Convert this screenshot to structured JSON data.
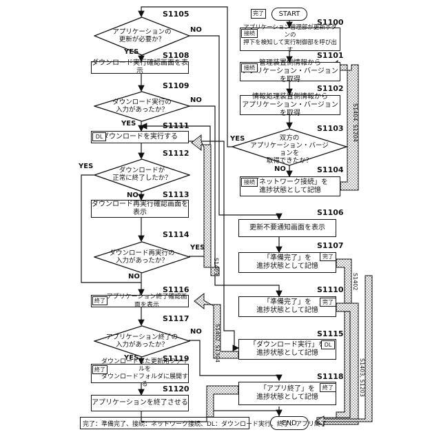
{
  "steps": {
    "s1100": "S1100",
    "s1101": "S1101",
    "s1102": "S1102",
    "s1103": "S1103",
    "s1104": "S1104",
    "s1105": "S1105",
    "s1106": "S1106",
    "s1107": "S1107",
    "s1108": "S1108",
    "s1109": "S1109",
    "s1110": "S1110",
    "s1111": "S1111",
    "s1112": "S1112",
    "s1113": "S1113",
    "s1114": "S1114",
    "s1115": "S1115",
    "s1116": "S1116",
    "s1117": "S1117",
    "s1118": "S1118",
    "s1119": "S1119",
    "s1120": "S1120"
  },
  "terminals": {
    "start": "START",
    "end": "END"
  },
  "tags": {
    "kanryo": "完了",
    "setsuzoku": "接続",
    "dl": "DL",
    "shuryo": "終了"
  },
  "right_column": {
    "s1100_line1": "アプリケーション管理部が更新ボタンの",
    "s1100_line2": "押下を検知して実行制御部を呼び出す",
    "s1101_line1": "管理装置側情報から",
    "s1101_line2": "アプリケーション・バージョンを取得",
    "s1102_line1": "情報処理装置側情報から",
    "s1102_line2": "アプリケーション・バージョンを取得",
    "s1103_line1": "双方の",
    "s1103_line2": "アプリケーション・バージョンを",
    "s1103_line3": "取得できたか？",
    "s1104_line1": "「ネットワーク接続」を",
    "s1104_line2": "進捗状態として記憶",
    "s1106": "更新不要通知画面を表示",
    "s1107_line1": "「準備完了」を",
    "s1107_line2": "進捗状態として記憶",
    "s1110_line1": "「準備完了」を",
    "s1110_line2": "進捗状態として記憶",
    "s1115_line1": "「ダウンロード実行」を",
    "s1115_line2": "進捗状態として記憶",
    "s1118_line1": "「アプリ終了」を",
    "s1118_line2": "進捗状態として記憶"
  },
  "left_column": {
    "s1105_line1": "アプリケーションの",
    "s1105_line2": "更新が必要か？",
    "s1108": "ダウンロード実行確認画面を表示",
    "s1109_line1": "ダウンロード実行の",
    "s1109_line2": "入力があったか？",
    "s1111": "ダウンロードを実行する",
    "s1112_line1": "ダウンロードが",
    "s1112_line2": "正常に終了したか？",
    "s1113": "ダウンロード再実行確認画面を表示",
    "s1114_line1": "ダウンロード再実行の",
    "s1114_line2": "入力があったか？",
    "s1116": "アプリケーション終了確認画面を表示",
    "s1117_line1": "アプリケーション終了の",
    "s1117_line2": "入力があったか？",
    "s1119_line1": "ダウンロードした更新用ファイルを",
    "s1119_line2": "ダウンロードフォルダに展開する",
    "s1120": "アプリケーションを終了させる"
  },
  "branch_labels": {
    "yes": "YES",
    "no": "NO"
  },
  "flow_labels": {
    "s1404_s1204": "S1404, S1204",
    "s1403_s1203": "S1403, S1203",
    "s1402_s1304": "S1402, S1304",
    "s1402": "S1402",
    "s1403": "S1403"
  },
  "legend": "完了：準備完了、接続：ネットワーク接続、DL：ダウンロード実行、終了：アプリ終了"
}
